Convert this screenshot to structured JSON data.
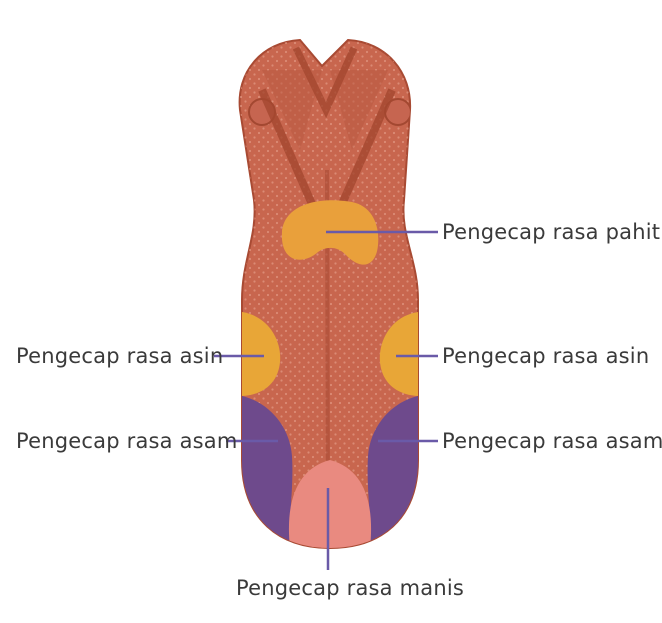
{
  "labels": {
    "pahit": "Pengecap rasa pahit",
    "asin_left": "Pengecap rasa asin",
    "asin_right": "Pengecap rasa asin",
    "asam_left": "Pengecap rasa asam",
    "asam_right": "Pengecap rasa asam",
    "manis": "Pengecap rasa manis"
  },
  "colors": {
    "tongue": "#c8664e",
    "tongue_edge": "#a84a33",
    "bitter_zone": "#e9a03b",
    "salty_zone": "#e8a637",
    "sour_zone": "#6e4a8c",
    "sweet_zone": "#e98a80",
    "leader_line": "#6a5aa8"
  }
}
